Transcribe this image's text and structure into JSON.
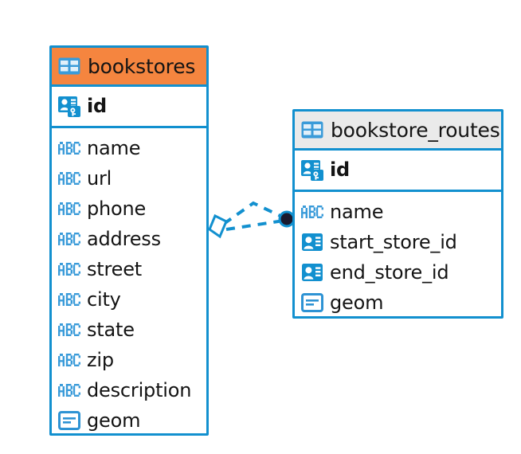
{
  "diagram": {
    "type": "entity-relationship-diagram",
    "background": "#ffffff",
    "accent_blue": "#1290cf",
    "accent_orange": "#f5853f",
    "accent_gray": "#eaeaea"
  },
  "entities": [
    {
      "name": "bookstores",
      "header_color": "#f5853f",
      "table_icon": "table-icon",
      "primary_key": {
        "label": "id",
        "icon": "primary-key-icon"
      },
      "fields": [
        {
          "label": "name",
          "icon": "text-abc-icon"
        },
        {
          "label": "url",
          "icon": "text-abc-icon"
        },
        {
          "label": "phone",
          "icon": "text-abc-icon"
        },
        {
          "label": "address",
          "icon": "text-abc-icon"
        },
        {
          "label": "street",
          "icon": "text-abc-icon"
        },
        {
          "label": "city",
          "icon": "text-abc-icon"
        },
        {
          "label": "state",
          "icon": "text-abc-icon"
        },
        {
          "label": "zip",
          "icon": "text-abc-icon"
        },
        {
          "label": "description",
          "icon": "text-abc-icon"
        },
        {
          "label": "geom",
          "icon": "geometry-icon"
        }
      ]
    },
    {
      "name": "bookstore_routes",
      "header_color": "#eaeaea",
      "table_icon": "table-icon",
      "primary_key": {
        "label": "id",
        "icon": "primary-key-icon"
      },
      "fields": [
        {
          "label": "name",
          "icon": "text-abc-icon"
        },
        {
          "label": "start_store_id",
          "icon": "foreign-key-icon"
        },
        {
          "label": "end_store_id",
          "icon": "foreign-key-icon"
        },
        {
          "label": "geom",
          "icon": "geometry-icon"
        }
      ]
    }
  ],
  "relationship": {
    "from_entity": "bookstores",
    "to_entity": "bookstore_routes",
    "line_style": "dashed",
    "line_color": "#1290cf",
    "source_marker": "diamond-outline-marker",
    "target_marker": "filled-circle-marker"
  }
}
